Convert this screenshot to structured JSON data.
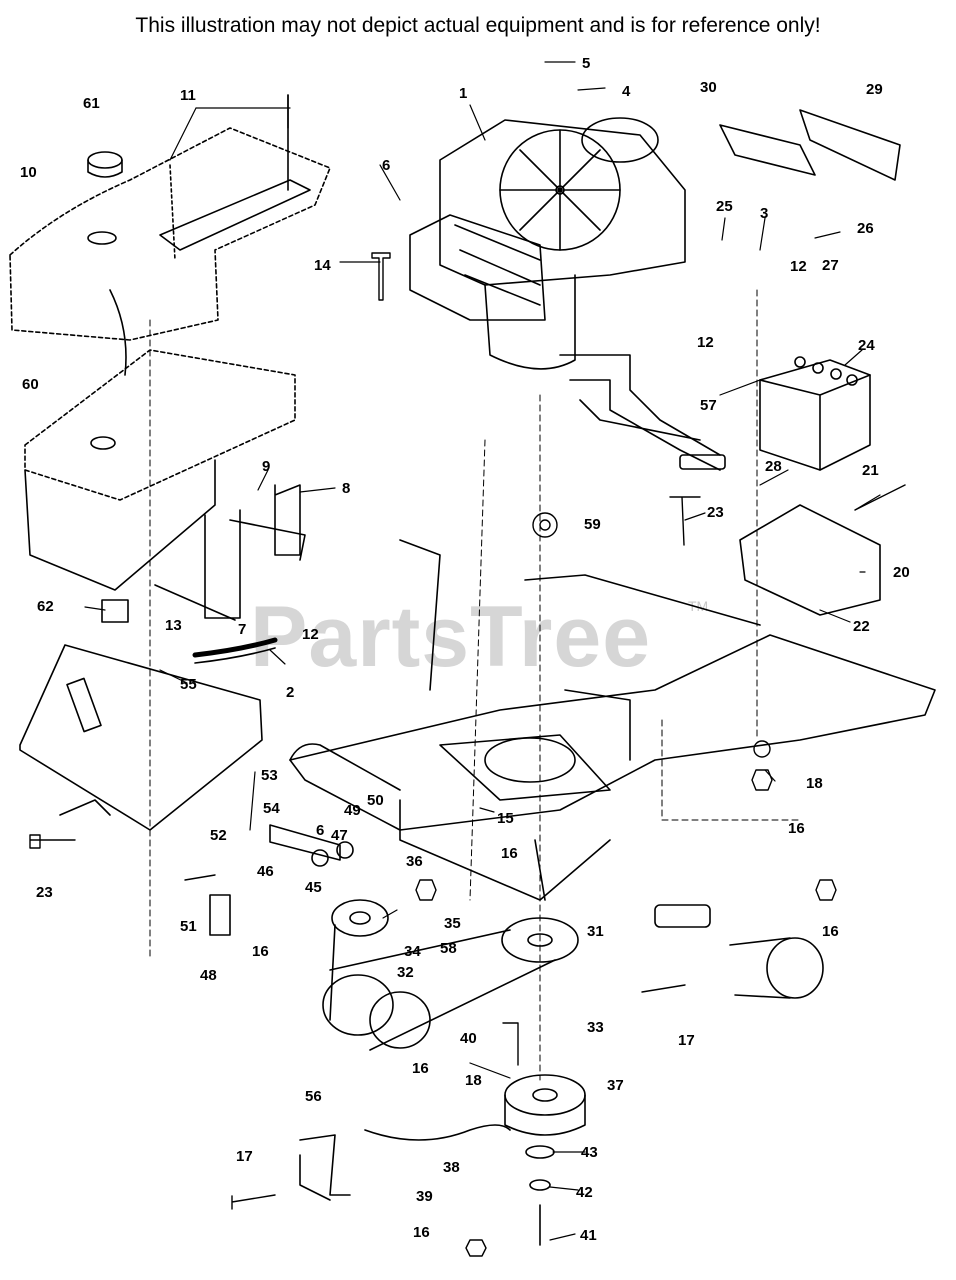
{
  "header": {
    "disclaimer": "This illustration may not depict actual equipment and is for reference only!"
  },
  "watermark": {
    "brand": "PartsTree",
    "tm": "TM"
  },
  "callouts": [
    {
      "id": "c-5",
      "text": "5"
    },
    {
      "id": "c-4",
      "text": "4"
    },
    {
      "id": "c-1",
      "text": "1"
    },
    {
      "id": "c-30",
      "text": "30"
    },
    {
      "id": "c-29",
      "text": "29"
    },
    {
      "id": "c-61",
      "text": "61"
    },
    {
      "id": "c-11",
      "text": "11"
    },
    {
      "id": "c-10",
      "text": "10"
    },
    {
      "id": "c-6",
      "text": "6"
    },
    {
      "id": "c-25",
      "text": "25"
    },
    {
      "id": "c-3",
      "text": "3"
    },
    {
      "id": "c-26",
      "text": "26"
    },
    {
      "id": "c-14",
      "text": "14"
    },
    {
      "id": "c-12a",
      "text": "12"
    },
    {
      "id": "c-27",
      "text": "27"
    },
    {
      "id": "c-12b",
      "text": "12"
    },
    {
      "id": "c-24",
      "text": "24"
    },
    {
      "id": "c-60",
      "text": "60"
    },
    {
      "id": "c-57",
      "text": "57"
    },
    {
      "id": "c-9",
      "text": "9"
    },
    {
      "id": "c-8",
      "text": "8"
    },
    {
      "id": "c-28",
      "text": "28"
    },
    {
      "id": "c-21",
      "text": "21"
    },
    {
      "id": "c-23a",
      "text": "23"
    },
    {
      "id": "c-59",
      "text": "59"
    },
    {
      "id": "c-20",
      "text": "20"
    },
    {
      "id": "c-62",
      "text": "62"
    },
    {
      "id": "c-13",
      "text": "13"
    },
    {
      "id": "c-7",
      "text": "7"
    },
    {
      "id": "c-12c",
      "text": "12"
    },
    {
      "id": "c-22",
      "text": "22"
    },
    {
      "id": "c-55",
      "text": "55"
    },
    {
      "id": "c-2",
      "text": "2"
    },
    {
      "id": "c-18a",
      "text": "18"
    },
    {
      "id": "c-53",
      "text": "53"
    },
    {
      "id": "c-54",
      "text": "54"
    },
    {
      "id": "c-49",
      "text": "49"
    },
    {
      "id": "c-50",
      "text": "50"
    },
    {
      "id": "c-15",
      "text": "15"
    },
    {
      "id": "c-16a",
      "text": "16"
    },
    {
      "id": "c-16b",
      "text": "16"
    },
    {
      "id": "c-52",
      "text": "52"
    },
    {
      "id": "c-6b",
      "text": "6"
    },
    {
      "id": "c-47",
      "text": "47"
    },
    {
      "id": "c-46",
      "text": "46"
    },
    {
      "id": "c-23b",
      "text": "23"
    },
    {
      "id": "c-36",
      "text": "36"
    },
    {
      "id": "c-45",
      "text": "45"
    },
    {
      "id": "c-51",
      "text": "51"
    },
    {
      "id": "c-35",
      "text": "35"
    },
    {
      "id": "c-31",
      "text": "31"
    },
    {
      "id": "c-16c",
      "text": "16"
    },
    {
      "id": "c-16d",
      "text": "16"
    },
    {
      "id": "c-48",
      "text": "48"
    },
    {
      "id": "c-34",
      "text": "34"
    },
    {
      "id": "c-58",
      "text": "58"
    },
    {
      "id": "c-32",
      "text": "32"
    },
    {
      "id": "c-33",
      "text": "33"
    },
    {
      "id": "c-17a",
      "text": "17"
    },
    {
      "id": "c-40",
      "text": "40"
    },
    {
      "id": "c-16e",
      "text": "16"
    },
    {
      "id": "c-18b",
      "text": "18"
    },
    {
      "id": "c-37",
      "text": "37"
    },
    {
      "id": "c-56",
      "text": "56"
    },
    {
      "id": "c-43",
      "text": "43"
    },
    {
      "id": "c-17b",
      "text": "17"
    },
    {
      "id": "c-38",
      "text": "38"
    },
    {
      "id": "c-42",
      "text": "42"
    },
    {
      "id": "c-39",
      "text": "39"
    },
    {
      "id": "c-16f",
      "text": "16"
    },
    {
      "id": "c-41",
      "text": "41"
    }
  ]
}
